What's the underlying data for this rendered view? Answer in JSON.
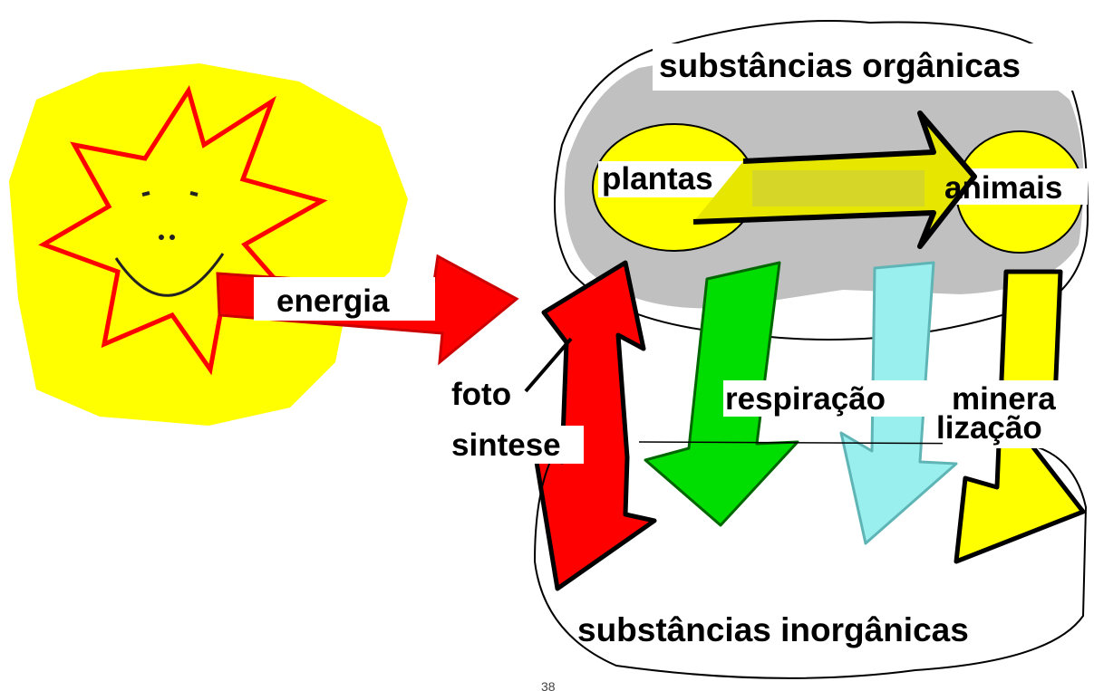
{
  "labels": {
    "organic": "substâncias orgânicas",
    "plants": "plantas",
    "animals": "animais",
    "energy": "energia",
    "photo_line1": "foto",
    "photo_line2": "sintese",
    "respiration": "respiração",
    "mineral_line1": "minera",
    "mineral_line2": "lização",
    "inorganic": "substâncias inorgânicas",
    "page_number": "38"
  },
  "colors": {
    "sun_fill": "#ffff00",
    "sun_outline": "#ff0000",
    "energy_arrow": "#ff0000",
    "photosynthesis_arrow": "#ff0000",
    "respiration_plants_arrow": "#00dd00",
    "respiration_animals_arrow": "#99eeee",
    "mineralization_arrow": "#ffff00",
    "organic_region": "#c0c0c0",
    "plants_oval": "#ffff00",
    "animals_oval": "#ffff00",
    "consumption_arrow": "#e6e600",
    "outline": "#000000"
  },
  "icons": {
    "sun": "smiling-sun-icon"
  }
}
